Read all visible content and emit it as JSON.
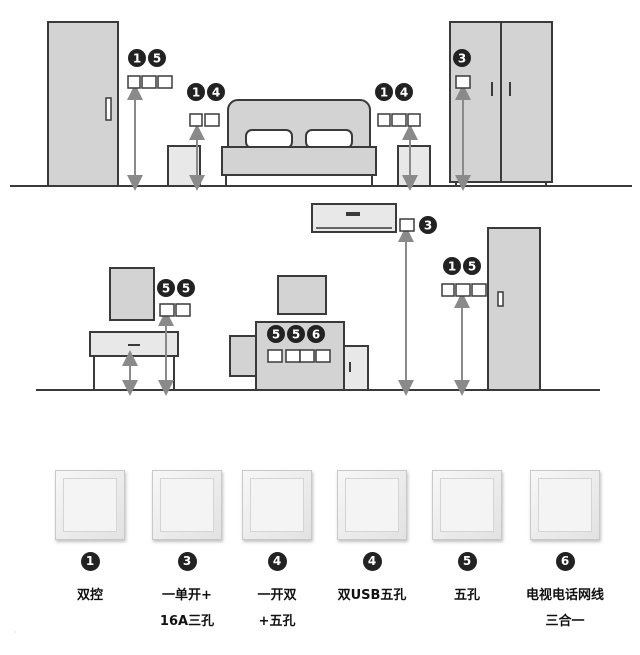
{
  "rooms": {
    "bedroom": {
      "door_left_labels": [
        "1",
        "5"
      ],
      "bed_left_labels": [
        "1",
        "4"
      ],
      "bed_right_labels": [
        "1",
        "4"
      ],
      "wardrobe_labels": [
        "3"
      ]
    },
    "study": {
      "ac_labels": [
        "3"
      ],
      "dresser_labels": [
        "5",
        "5"
      ],
      "tv_cabinet_labels": [
        "5",
        "5",
        "6"
      ],
      "wardrobe_labels": [
        "1",
        "5"
      ]
    }
  },
  "legend": [
    {
      "number": "1",
      "name": "双控",
      "icon": "double-control-switch-icon"
    },
    {
      "number": "3",
      "name": "一单开+\n16A三孔",
      "icon": "switch-16a-socket-icon"
    },
    {
      "number": "4",
      "name": "一开双\n+五孔",
      "icon": "switch-five-hole-socket-icon"
    },
    {
      "number": "4",
      "name": "双USB五孔",
      "icon": "usb-five-hole-socket-icon"
    },
    {
      "number": "5",
      "name": "五孔",
      "icon": "five-hole-socket-icon"
    },
    {
      "number": "6",
      "name": "电视电话网线\n三合一",
      "icon": "tv-phone-network-socket-icon"
    }
  ],
  "colors": {
    "line": "#3a3a3a",
    "fill": "#d3d3d3",
    "arrow": "#8a8a8a"
  }
}
